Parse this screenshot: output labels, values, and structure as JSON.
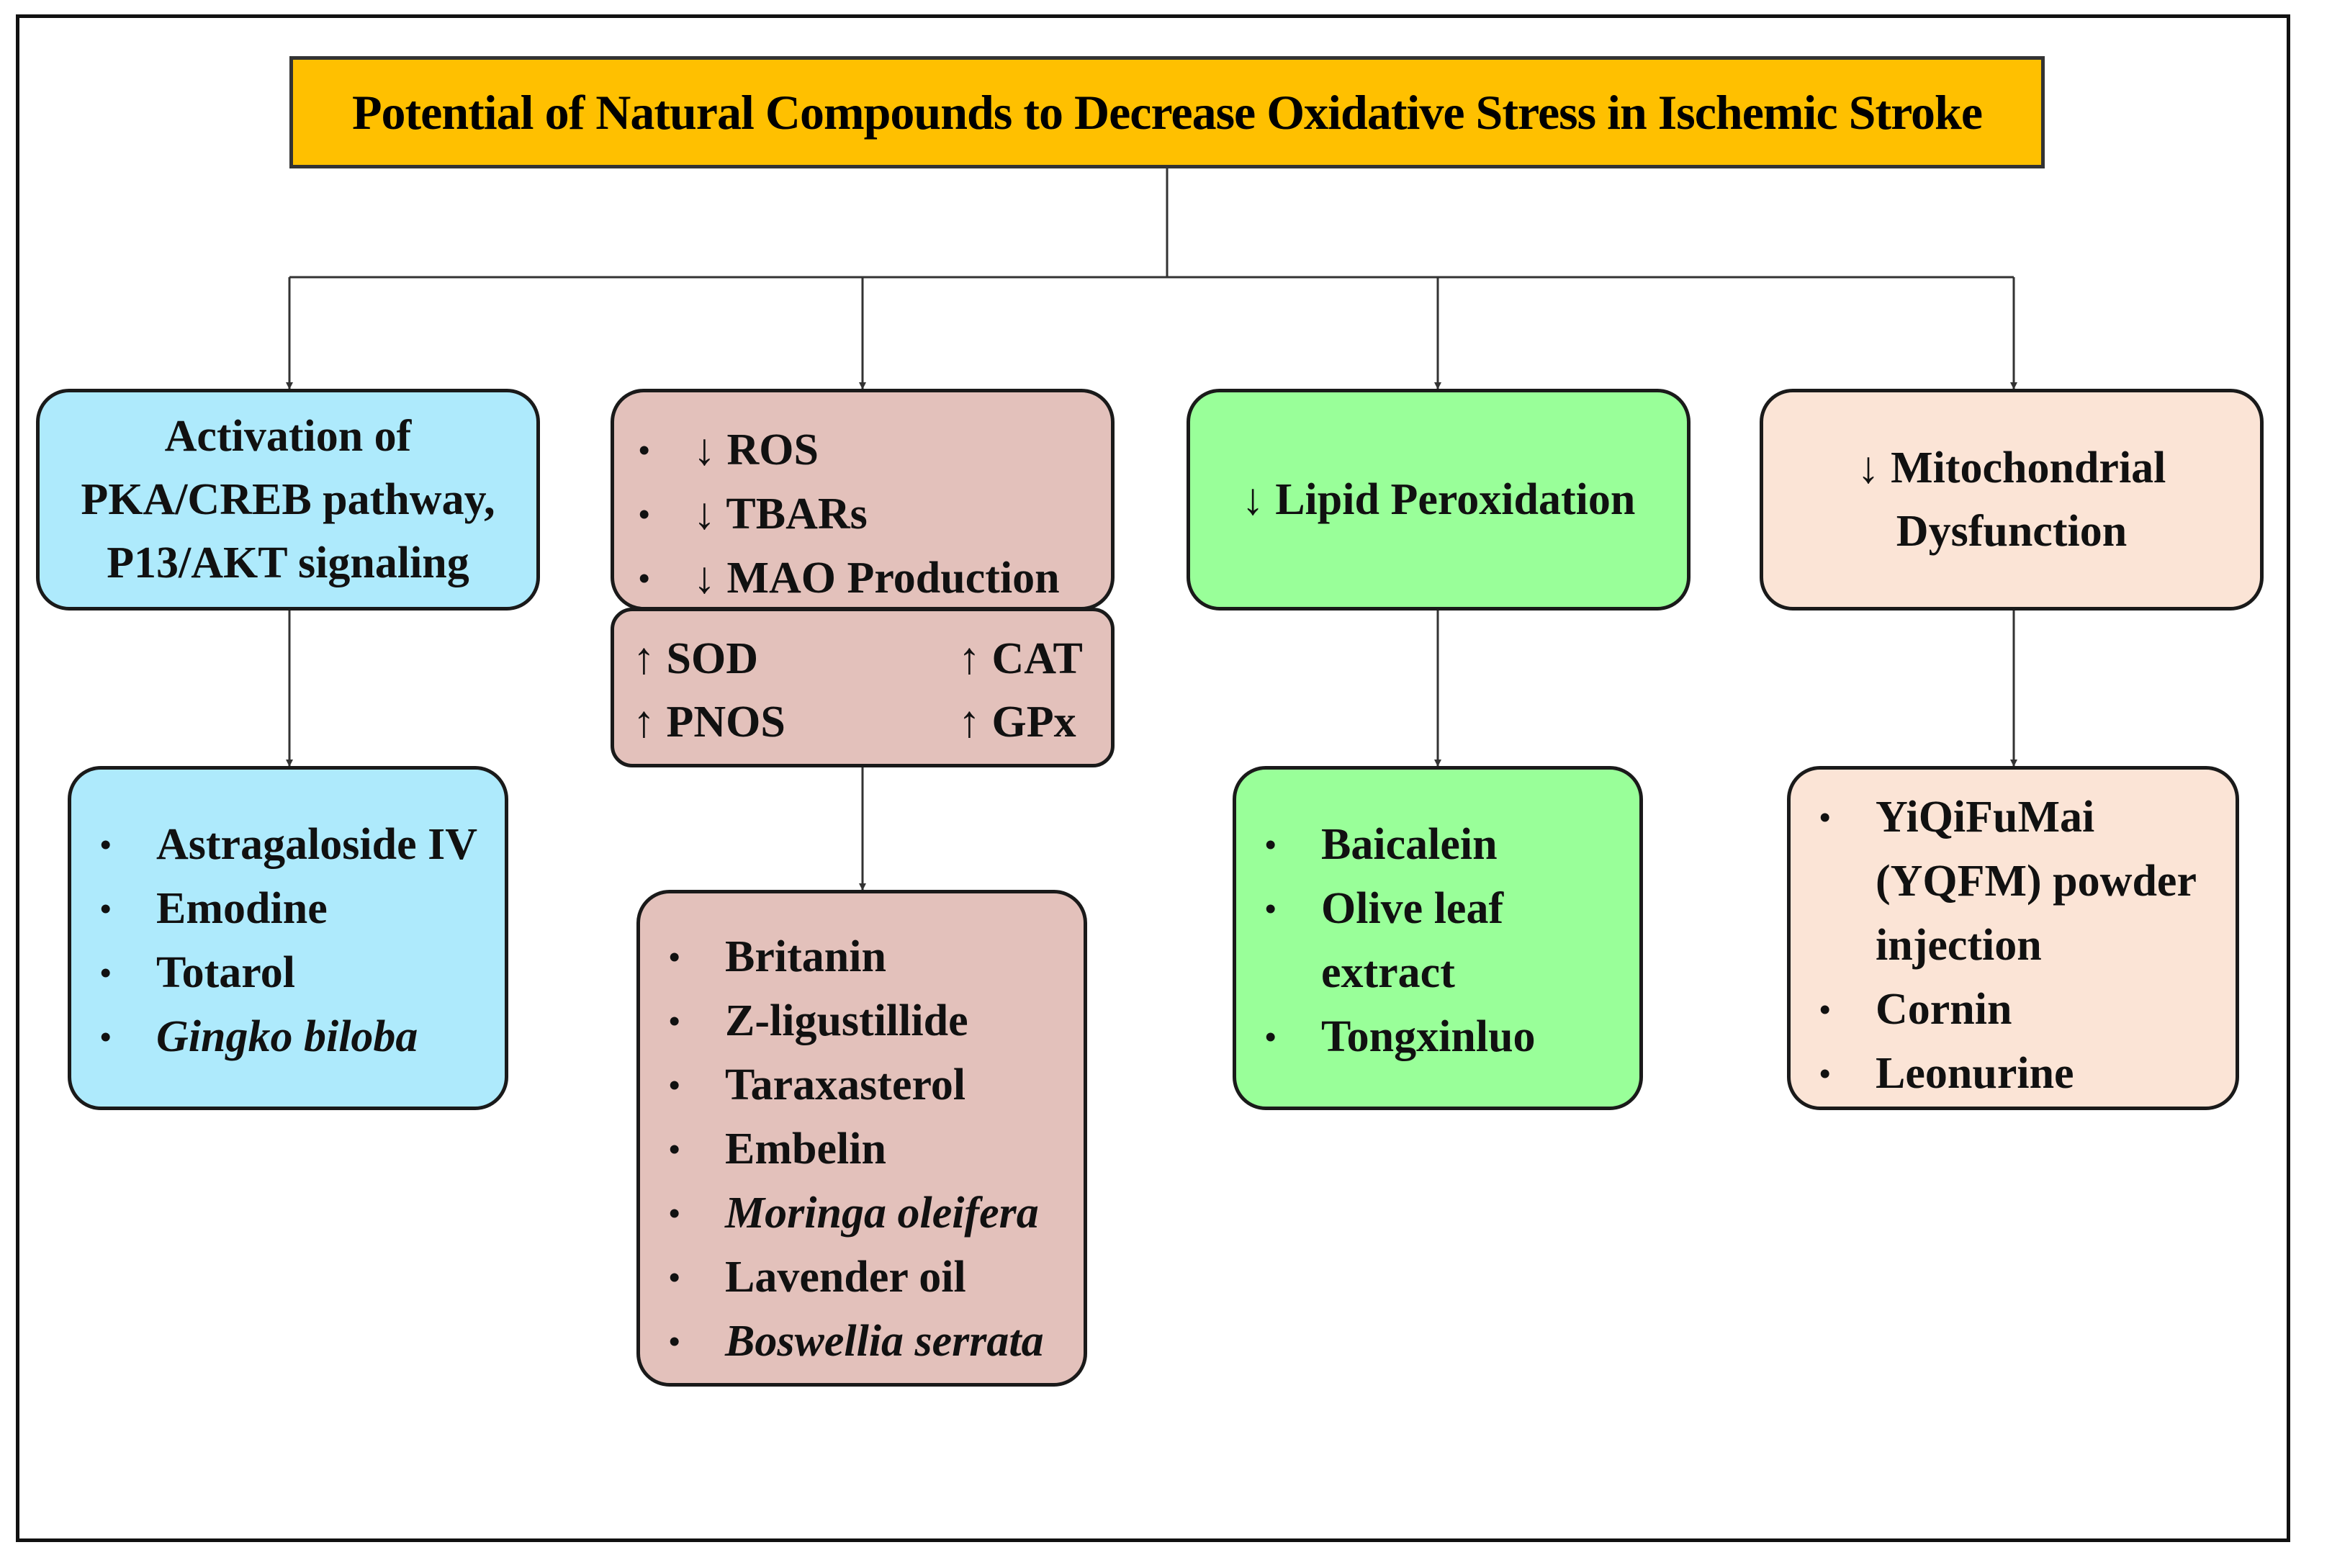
{
  "title": "Potential of Natural Compounds to Decrease Oxidative Stress in Ischemic Stroke",
  "branches": [
    {
      "mechanism_lines": [
        "Activation of",
        "PKA/CREB pathway,",
        "P13/AKT signaling"
      ],
      "compounds": [
        {
          "text": "Astragaloside IV",
          "italic": false
        },
        {
          "text": "Emodine",
          "italic": false
        },
        {
          "text": "Totarol",
          "italic": false
        },
        {
          "text": "Gingko biloba",
          "italic": true
        }
      ],
      "color": "#aeeafc"
    },
    {
      "mechanism_bullets": [
        "↓ ROS",
        "↓ TBARs",
        "↓ MAO Production"
      ],
      "enzymes": {
        "sod": "↑ SOD",
        "cat": "↑ CAT",
        "pnos": "↑ PNOS",
        "gpx": "↑ GPx"
      },
      "compounds": [
        {
          "text": "Britanin",
          "italic": false
        },
        {
          "text": "Z-ligustillide",
          "italic": false
        },
        {
          "text": "Taraxasterol",
          "italic": false
        },
        {
          "text": "Embelin",
          "italic": false
        },
        {
          "text": "Moringa oleifera",
          "italic": true
        },
        {
          "text": "Lavender oil",
          "italic": false
        },
        {
          "text": "Boswellia serrata",
          "italic": true
        }
      ],
      "color": "#e3c1bb"
    },
    {
      "mechanism_lines": [
        "↓ Lipid Peroxidation"
      ],
      "compounds": [
        {
          "text": "Baicalein",
          "italic": false
        },
        {
          "text": "Olive leaf",
          "italic": false,
          "cont": "extract"
        },
        {
          "text": "Tongxinluo",
          "italic": false
        }
      ],
      "color": "#99ff99"
    },
    {
      "mechanism_lines": [
        "↓ Mitochondrial",
        "Dysfunction"
      ],
      "compounds": [
        {
          "text": "YiQiFuMai",
          "italic": false,
          "cont": [
            "(YQFM) powder",
            "injection"
          ]
        },
        {
          "text": "Cornin",
          "italic": false
        },
        {
          "text": "Leonurine",
          "italic": false
        }
      ],
      "color": "#fbe4d6"
    }
  ],
  "bullet_glyph": "•"
}
